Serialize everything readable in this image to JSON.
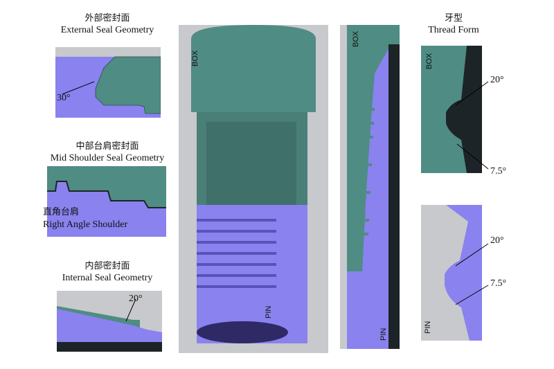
{
  "colors": {
    "teal": "#4f8c84",
    "purple": "#8a82ee",
    "gray": "#c7c9cc",
    "dark": "#1d2428"
  },
  "panels": {
    "external": {
      "title_cn": "外部密封面",
      "title_en": "External Seal Geometry",
      "angle": "30°"
    },
    "mid": {
      "title_cn": "中部台肩密封面",
      "title_en": "Mid Shoulder Seal Geometry",
      "label_cn": "直角台肩",
      "label_en": "Right Angle Shoulder"
    },
    "internal": {
      "title_cn": "内部密封面",
      "title_en": "Internal Seal Geometry",
      "angle": "20°"
    },
    "assembly": {
      "box": "BOX",
      "pin": "PIN"
    },
    "section": {
      "box": "BOX",
      "pin": "PIN"
    },
    "thread_box": {
      "title_cn": "牙型",
      "title_en": "Thread Form",
      "box": "BOX",
      "angle_top": "20°",
      "angle_bottom": "7.5°"
    },
    "thread_pin": {
      "pin": "PIN",
      "angle_top": "20°",
      "angle_bottom": "7.5°"
    }
  }
}
